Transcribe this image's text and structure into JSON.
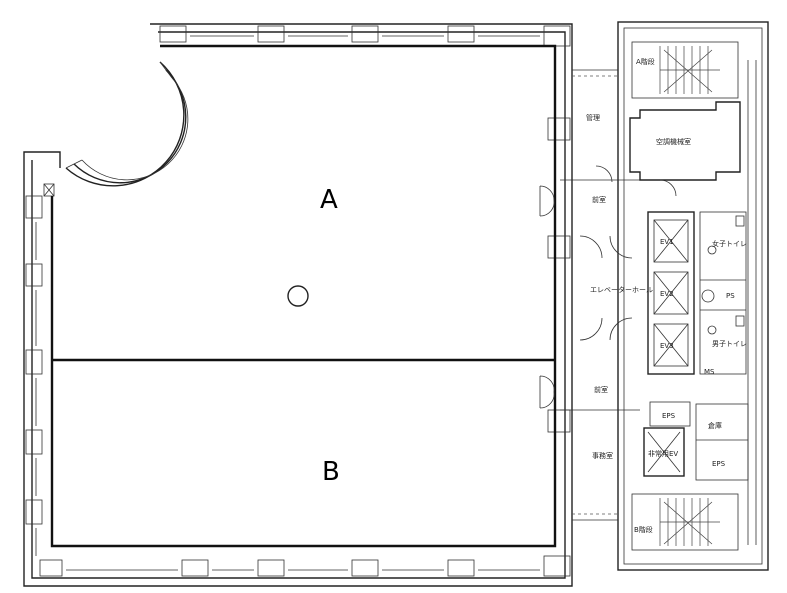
{
  "rooms": {
    "a": {
      "label": "A"
    },
    "b": {
      "label": "B"
    }
  },
  "core": {
    "stair_north": "A階段",
    "stair_south": "B階段",
    "rooms": [
      {
        "name": "room-kanri",
        "label": "管理"
      },
      {
        "name": "room-equipment",
        "label": "空調機械室"
      },
      {
        "name": "room-fusetsu-1",
        "label": "前室"
      },
      {
        "name": "room-elevator-hall",
        "label": "エレベーターホール"
      },
      {
        "name": "room-fusetsu-2",
        "label": "前室"
      },
      {
        "name": "room-eps",
        "label": "EPS"
      },
      {
        "name": "room-jimushitsu",
        "label": "事務室"
      },
      {
        "name": "room-emergency-elevator",
        "label": "非常用EV"
      },
      {
        "name": "room-ps",
        "label": "PS"
      },
      {
        "name": "room-eps-2",
        "label": "EPS"
      },
      {
        "name": "room-toilet-1",
        "label": "女子トイレ"
      },
      {
        "name": "room-toilet-2",
        "label": "男子トイレ"
      },
      {
        "name": "room-storage",
        "label": "倉庫"
      },
      {
        "name": "room-ms",
        "label": "MS"
      }
    ],
    "elevators": [
      "EV1",
      "EV2",
      "EV3"
    ]
  }
}
